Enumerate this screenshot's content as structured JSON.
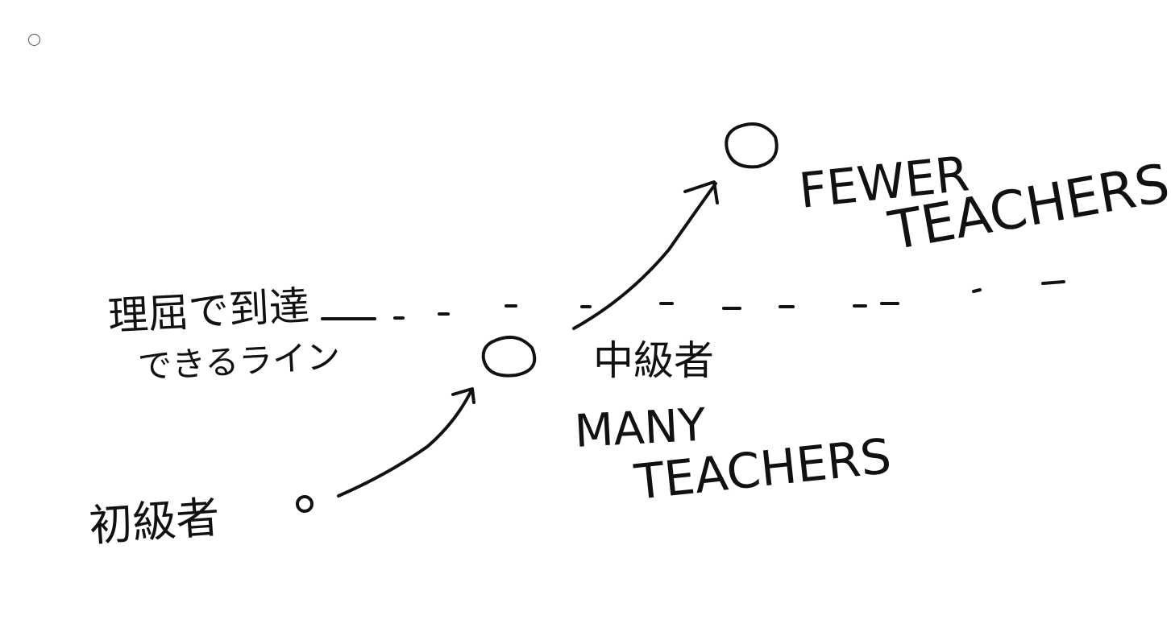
{
  "diagram": {
    "stroke_color": "#111111",
    "background_color": "#ffffff",
    "nodes": [
      {
        "id": "beginner",
        "label": "初級者"
      },
      {
        "id": "intermediate",
        "label": "中級者",
        "sublabel_line1": "MANY",
        "sublabel_line2": "TEACHERS"
      },
      {
        "id": "advanced",
        "label_line1": "FEWER",
        "label_line2": "TEACHERS"
      }
    ],
    "threshold": {
      "label_line1": "理屈で到達",
      "label_line2": "できるライン"
    },
    "edges": [
      {
        "from": "beginner",
        "to": "intermediate"
      },
      {
        "from": "intermediate",
        "to": "advanced"
      }
    ],
    "corner_marker_icon": "small-circle-icon"
  }
}
